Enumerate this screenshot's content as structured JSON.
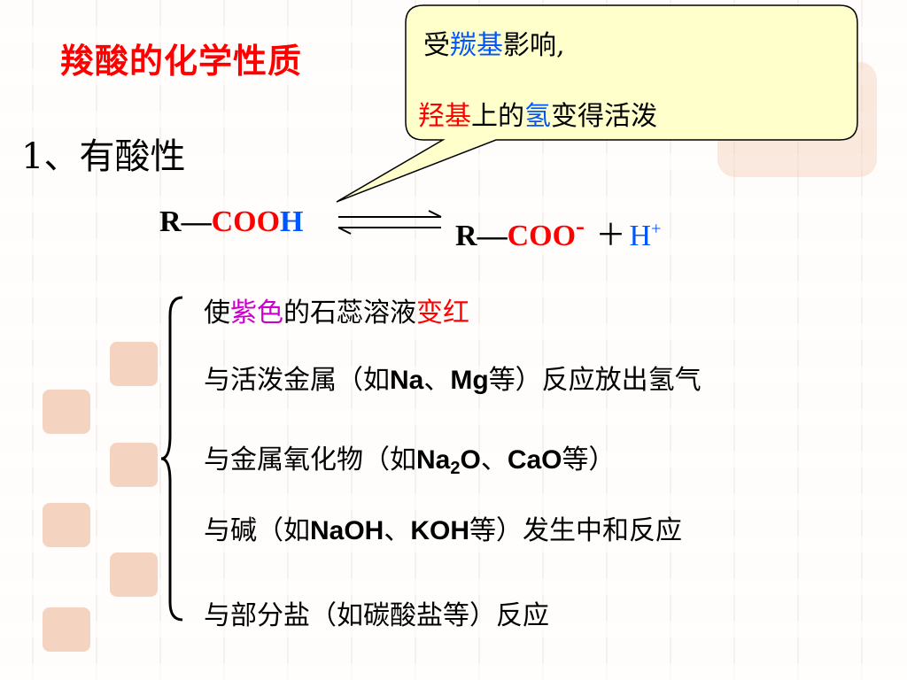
{
  "title": "羧酸的化学性质",
  "subtitle": "1、有酸性",
  "callout": {
    "line1": {
      "p1": "受",
      "p2": "羰基",
      "p3": "影响,"
    },
    "line2": {
      "p1": "羟基",
      "p2": "上的",
      "p3": "氢",
      "p4": "变得活泼"
    }
  },
  "equation": {
    "r1": "R",
    "dash1": "—",
    "cooh_red": "COO",
    "cooh_h": "H",
    "r2": "R",
    "dash2": "—",
    "coo": "COO",
    "minus": "-",
    "plus": "＋",
    "hplus": "H",
    "plus_sup": "+"
  },
  "items": [
    {
      "p1": "使",
      "p2": "紫色",
      "p3": "的石蕊溶液",
      "p4": "变红"
    },
    {
      "p1": "与活泼金属（如",
      "latin1": "Na",
      "p2": "、",
      "latin2": "Mg",
      "p3": "等）反应放出氢气"
    },
    {
      "p1": "与金属氧化物（如",
      "latin1": "Na",
      "sub": "2",
      "latin2": "O",
      "p2": "、",
      "latin3": "CaO",
      "p3": "等）"
    },
    {
      "p1": "与碱（如",
      "latin1": "NaOH",
      "p2": "、",
      "latin2": "KOH",
      "p3": "等）发生中和反应"
    },
    {
      "p1": "与部分盐（如碳酸盐等）反应"
    }
  ],
  "colors": {
    "red": "#ff0000",
    "blue": "#0055ff",
    "magenta": "#cc00cc",
    "callout_fill": "#ffffcc"
  }
}
